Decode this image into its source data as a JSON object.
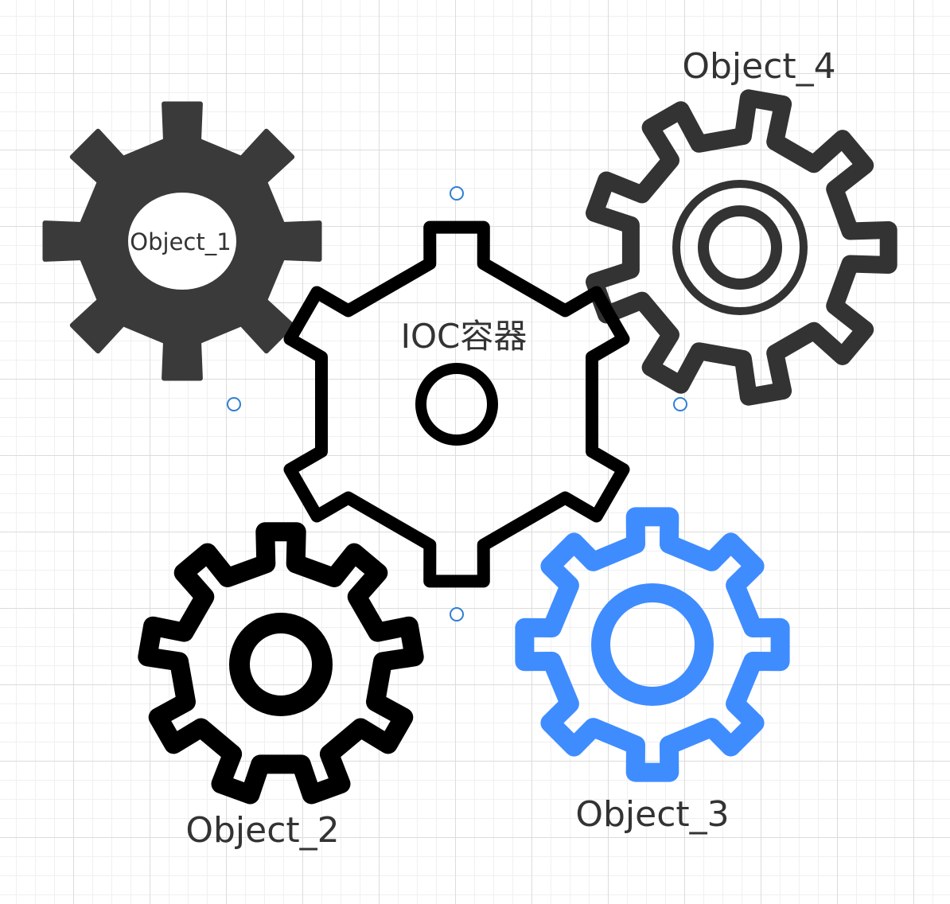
{
  "container": {
    "label": "IOC容器",
    "color": "#000000"
  },
  "objects": [
    {
      "label": "Object_1",
      "color": "#3a3a3a",
      "style": "filled"
    },
    {
      "label": "Object_2",
      "color": "#000000",
      "style": "outline"
    },
    {
      "label": "Object_3",
      "color": "#3f8cff",
      "style": "outline"
    },
    {
      "label": "Object_4",
      "color": "#333333",
      "style": "outline-double-ring"
    }
  ],
  "selection_handle_color": "#2f7fd3",
  "icons": [
    "gear-icon",
    "gear-icon",
    "gear-icon",
    "gear-icon",
    "gear-icon"
  ]
}
